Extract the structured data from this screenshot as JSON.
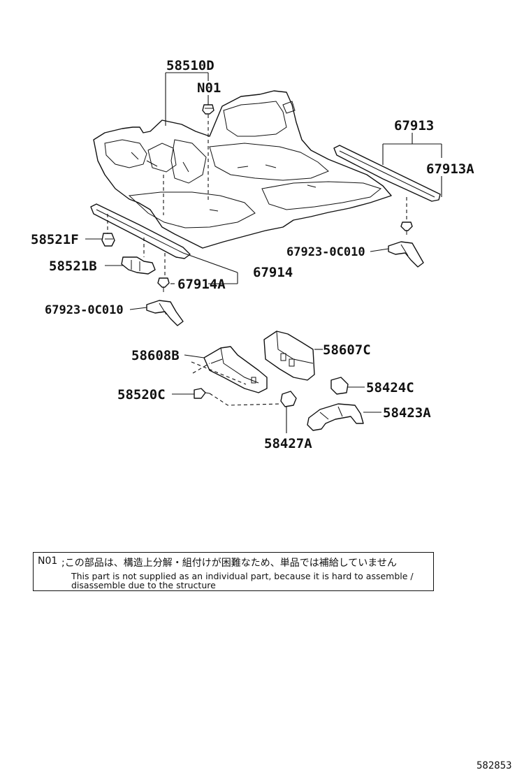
{
  "labels": {
    "p58510D": "58510D",
    "pN01": "N01",
    "p67913": "67913",
    "p67913A": "67913A",
    "p58521F": "58521F",
    "p58521B": "58521B",
    "p67914": "67914",
    "p67914A": "67914A",
    "p67923_right": "67923-0C010",
    "p67923_left": "67923-0C010",
    "p58608B": "58608B",
    "p58607C": "58607C",
    "p58520C": "58520C",
    "p58424C": "58424C",
    "p58423A": "58423A",
    "p58427A": "58427A"
  },
  "note": {
    "code": "N01",
    "text_jp": ";この部品は、構造上分解・組付けが困難なため、単品では補給していません",
    "text_en": "This part is not supplied as an individual part, because it is hard to assemble / disassemble due to the structure"
  },
  "diagram_code": "582853"
}
